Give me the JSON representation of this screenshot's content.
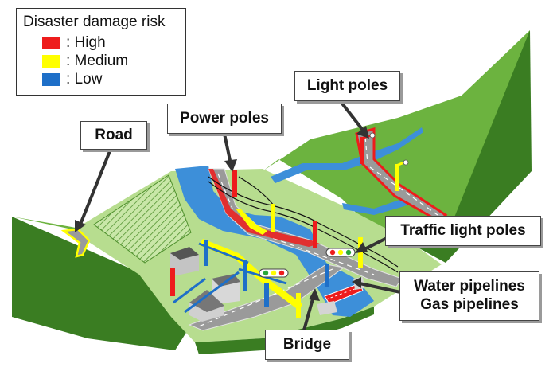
{
  "legend": {
    "title": "Disaster damage risk",
    "items": [
      {
        "label": ": High",
        "color": "#ee1c1c"
      },
      {
        "label": ": Medium",
        "color": "#ffff00"
      },
      {
        "label": ": Low",
        "color": "#1e6fc8"
      }
    ]
  },
  "callouts": {
    "road": "Road",
    "power_poles": "Power poles",
    "light_poles": "Light poles",
    "traffic_light_poles": "Traffic light poles",
    "water_pipelines": "Water pipelines",
    "gas_pipelines": "Gas pipelines",
    "bridge": "Bridge"
  },
  "colors": {
    "mountain_light": "#6cb33f",
    "mountain_dark": "#3a7d22",
    "ground": "#b7dd8f",
    "river": "#3d8fd9",
    "road": "#9a9a9a",
    "building": "#777777"
  }
}
